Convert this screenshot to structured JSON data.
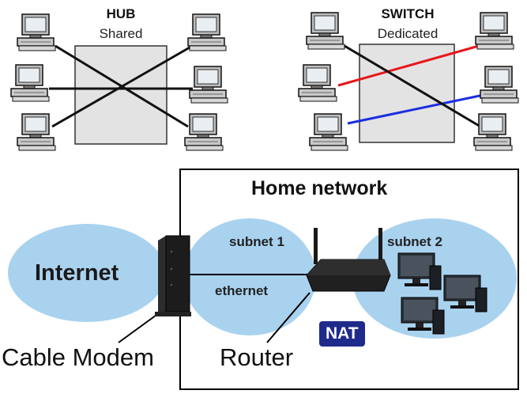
{
  "hub": {
    "title": "HUB",
    "subtitle": "Shared"
  },
  "switch": {
    "title": "SWITCH",
    "subtitle": "Dedicated"
  },
  "home": {
    "title": "Home network",
    "subnet1": "subnet 1",
    "subnet2": "subnet 2",
    "ethernet": "ethernet",
    "internet": "Internet",
    "nat": "NAT"
  },
  "captions": {
    "cable_modem": "Cable Modem",
    "router": "Router"
  },
  "colors": {
    "bubble": "#a9d2ef",
    "line_red": "#e8161b",
    "line_blue": "#1b2ee0",
    "nat_bg": "#1f2b8a"
  }
}
